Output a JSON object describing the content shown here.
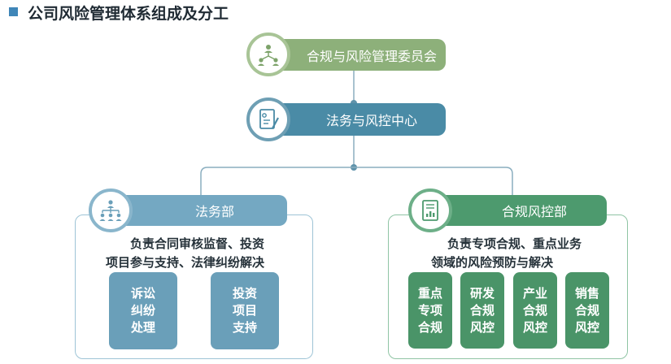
{
  "title": "公司风险管理体系组成及分工",
  "nodes": {
    "committee": {
      "label": "合规与风险管理委员会",
      "icon": "people-network-icon"
    },
    "center": {
      "label": "法务与风控中心",
      "icon": "document-pen-icon"
    },
    "legal": {
      "label": "法务部",
      "icon": "org-chart-icon",
      "desc_line1": "负责合同审核监督、投资",
      "desc_line2": "项目参与支持、法律纠纷解决",
      "tasks": [
        "诉讼纠纷处理",
        "投资项目支持"
      ]
    },
    "risk": {
      "label": "合规风控部",
      "icon": "report-chart-icon",
      "desc_line1": "负责专项合规、重点业务",
      "desc_line2": "领域的风险预防与解决",
      "tasks": [
        "重点专项合规",
        "研发合规风控",
        "产业合规风控",
        "销售合规风控"
      ]
    }
  },
  "colors": {
    "committee": "#8db07a",
    "center": "#4a8ba6",
    "legal": "#74a8c2",
    "risk": "#4d9a6e",
    "connector": "#6e9fb4",
    "title_mark": "#3f86b8"
  }
}
